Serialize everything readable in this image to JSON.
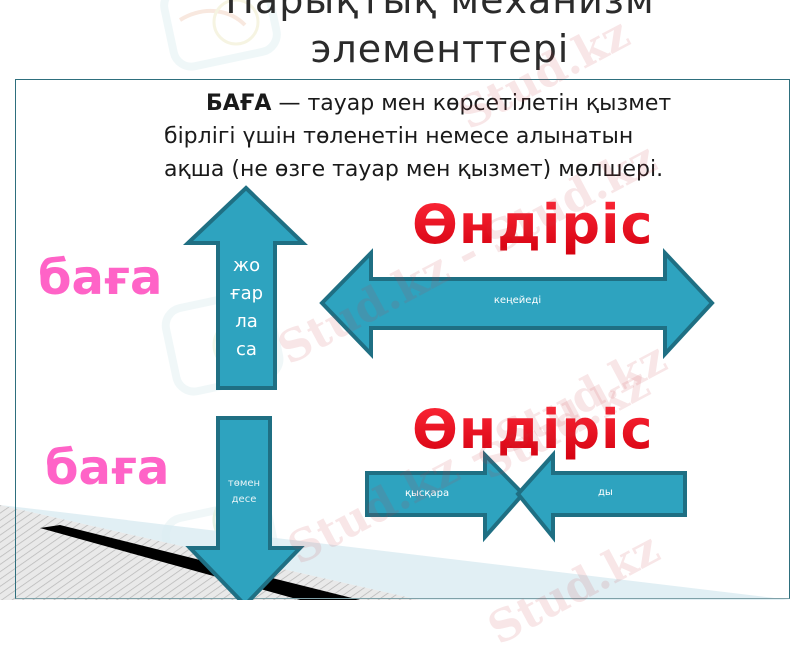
{
  "slide": {
    "title_lines": [
      "Нарықтық механизм",
      "элементтері"
    ],
    "definition": {
      "term": "БАҒА",
      "line1_rest": " — тауар мен көрсетілетін қызмет",
      "line2": "бірлігі үшін төленетін немесе алынатын",
      "line3": "ақша (не өзге тауар мен қызмет) мөлшері."
    },
    "upper_row": {
      "price_label": "баға",
      "arrow_up_label_lines": [
        "жо",
        "ғар",
        "ла",
        "са"
      ],
      "production_label": "Өндіріс",
      "double_arrow_label": "кеңейеді"
    },
    "lower_row": {
      "price_label": "баға",
      "arrow_down_label_lines": [
        "төмен",
        "десе"
      ],
      "production_label": "Өндіріс",
      "converging_left_label": "қысқара",
      "converging_right_label": "ды"
    },
    "watermarks": [
      "Stud.kz",
      "Stud.kz - Stud.kz",
      "Stud.kz",
      "Stud.kz - Stud.kz",
      "Stud.kz"
    ],
    "colors": {
      "arrow_fill": "#2ea3bf",
      "arrow_stroke": "#1f6f83",
      "production_text": "#ee1122",
      "price_text": "#ff63c7",
      "frame_border": "#2e6f7d",
      "title_text": "#2b2b2b"
    }
  }
}
